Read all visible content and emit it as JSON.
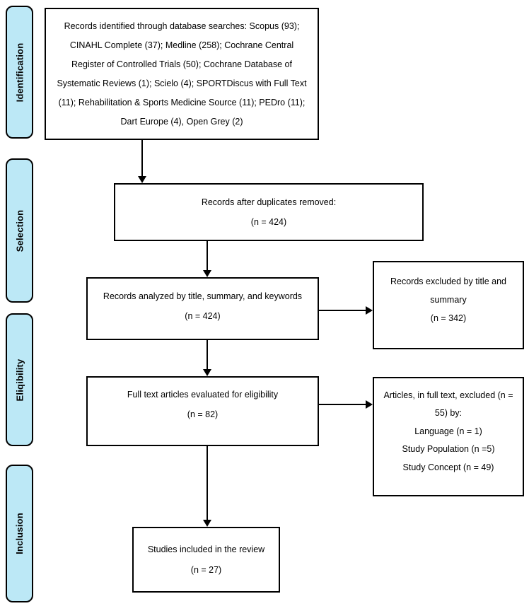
{
  "stages": [
    {
      "label": "Identification"
    },
    {
      "label": "Selection"
    },
    {
      "label": "Eliqibility"
    },
    {
      "label": "Inclusion"
    }
  ],
  "boxes": {
    "identified": {
      "lines": [
        "Records identified through database searches: Scopus (93);",
        "CINAHL Complete (37); Medline (258); Cochrane Central",
        "Register of Controlled Trials (50); Cochrane Database of",
        "Systematic Reviews (1); Scielo (4); SPORTDiscus with Full Text",
        "(11); Rehabilitation & Sports Medicine Source (11); PEDro (11);",
        "Dart Europe (4), Open Grey (2)"
      ]
    },
    "after_duplicates": {
      "lines": [
        "Records after duplicates removed:",
        "(n = 424)"
      ]
    },
    "analyzed": {
      "lines": [
        "Records analyzed by title, summary, and keywords",
        "(n = 424)"
      ]
    },
    "excluded_title_summary": {
      "lines": [
        "Records excluded by title and",
        "summary",
        "(n = 342)"
      ]
    },
    "fulltext": {
      "lines": [
        "Full text articles evaluated for eligibility",
        "(n = 82)"
      ]
    },
    "fulltext_excluded": {
      "lines": [
        "Articles, in full text, excluded (n =",
        "55) by:",
        "Language (n = 1)",
        "Study Population (n =5)",
        "Study Concept (n = 49)"
      ]
    },
    "included": {
      "lines": [
        "Studies included in the review",
        "(n = 27)"
      ]
    }
  },
  "colors": {
    "stage_fill": "#bce8f6",
    "box_border": "#000000",
    "background": "#ffffff"
  }
}
